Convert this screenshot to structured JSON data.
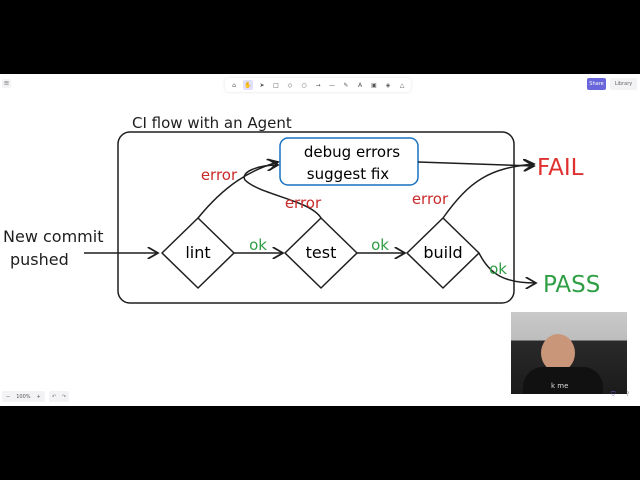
{
  "toolbar": {
    "tools": [
      "lock",
      "hand",
      "selection",
      "rectangle",
      "diamond",
      "ellipse",
      "arrow",
      "line",
      "draw",
      "text",
      "image",
      "eraser",
      "more"
    ],
    "active": "hand",
    "share_label": "Share",
    "library_label": "Library"
  },
  "footer": {
    "zoom_level": "100%"
  },
  "diagram": {
    "frame_title": "CI flow with an Agent",
    "start_line1": "New commit",
    "start_line2": "pushed",
    "nodes": {
      "lint": "lint",
      "test": "test",
      "build": "build"
    },
    "agent_line1": "debug errors",
    "agent_line2": "suggest fix",
    "ok1": "ok",
    "ok2": "ok",
    "ok3": "ok",
    "error1": "error",
    "error2": "error",
    "error3": "error",
    "fail": "FAIL",
    "pass": "PASS"
  },
  "colors": {
    "error": "#c92a2a",
    "ok": "#2f9e44",
    "agent_border": "#1971c2",
    "accent": "#6965db"
  },
  "webcam": {
    "shirt_text": "k me"
  }
}
